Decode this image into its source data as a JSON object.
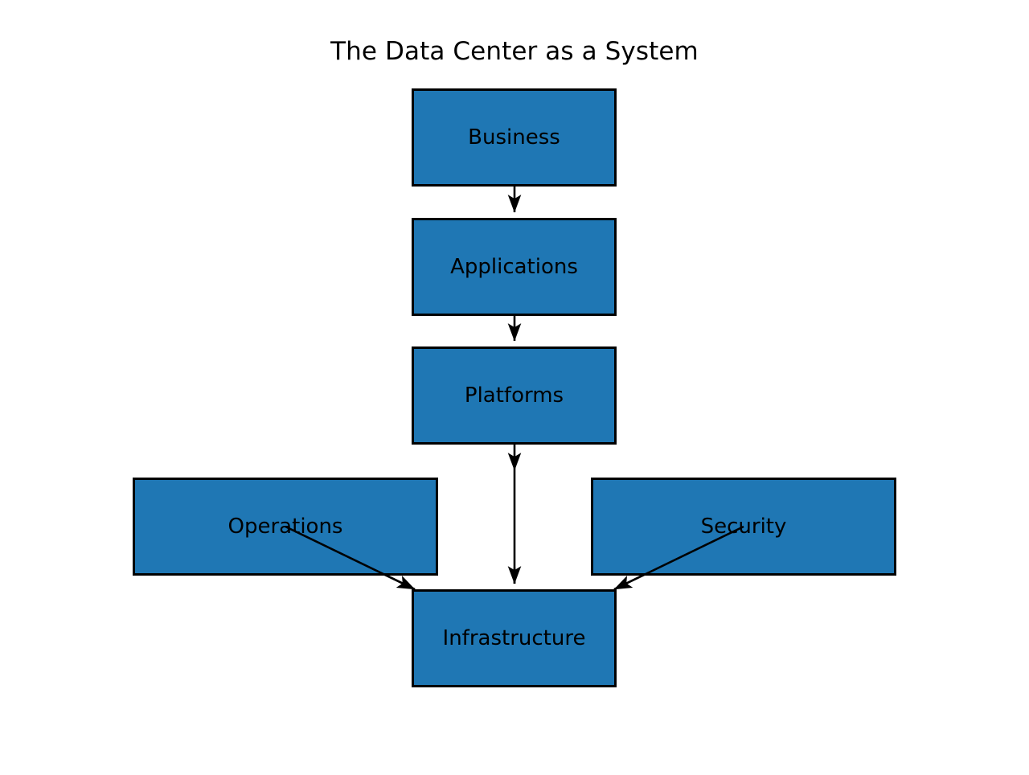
{
  "title": "The Data Center as a System",
  "colors": {
    "node_fill": "#1f77b4",
    "node_border": "#000000",
    "edge": "#000000",
    "background": "#ffffff",
    "text": "#000000"
  },
  "diagram": {
    "type": "flow-diagram",
    "nodes": [
      {
        "id": "business",
        "label": "Business"
      },
      {
        "id": "applications",
        "label": "Applications"
      },
      {
        "id": "platforms",
        "label": "Platforms"
      },
      {
        "id": "operations",
        "label": "Operations"
      },
      {
        "id": "security",
        "label": "Security"
      },
      {
        "id": "infrastructure",
        "label": "Infrastructure"
      }
    ],
    "edges": [
      {
        "from": "business",
        "to": "applications",
        "style": "arrow"
      },
      {
        "from": "applications",
        "to": "platforms",
        "style": "arrow"
      },
      {
        "from": "platforms",
        "to": "infrastructure",
        "style": "arrow"
      },
      {
        "from": "operations",
        "to": "infrastructure",
        "style": "arrow"
      },
      {
        "from": "security",
        "to": "infrastructure",
        "style": "arrow"
      }
    ]
  }
}
